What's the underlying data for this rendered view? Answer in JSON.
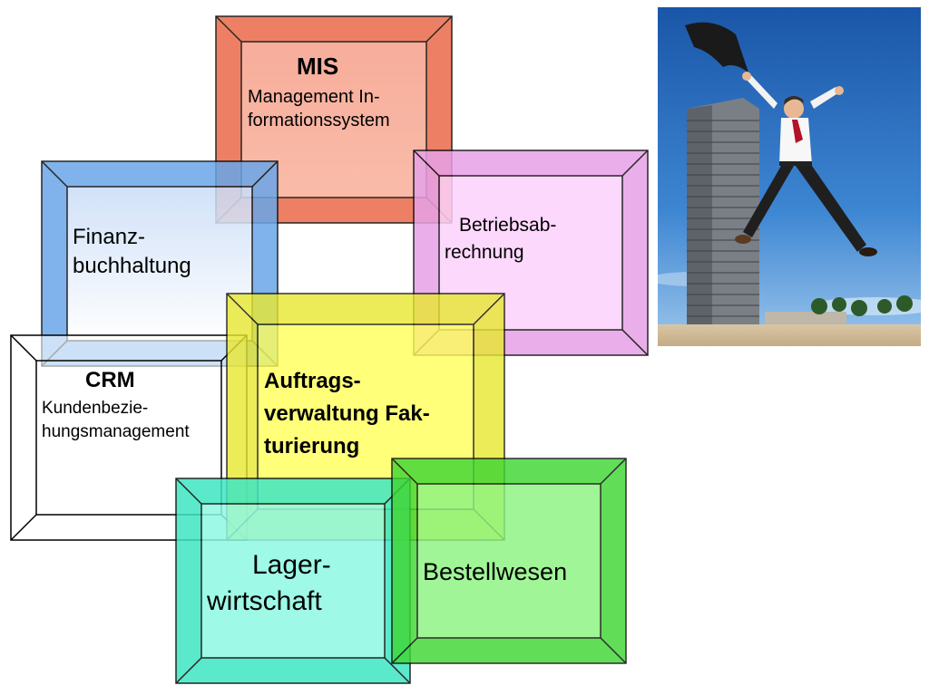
{
  "diagram": {
    "boxes": [
      {
        "id": "mis",
        "color": "#f0805f",
        "title": "MIS",
        "text": "Management In-\nformationssystem"
      },
      {
        "id": "finanz",
        "color": "#7fb4ec",
        "text": "Finanz-\nbuchhaltung"
      },
      {
        "id": "betrieb",
        "color": "#f4b8f4",
        "text": "Betriebsab-\nrechnung"
      },
      {
        "id": "crm",
        "color": "#ffffff",
        "title": "CRM",
        "text": "Kundenbezie-\nhungsmanagement"
      },
      {
        "id": "auftrag",
        "color": "#ffff44",
        "text": "Auftrags-\nverwaltung Fak-\nturierung"
      },
      {
        "id": "lager",
        "color": "#55f0cc",
        "text": "Lager-\nwirtschaft"
      },
      {
        "id": "bestell",
        "color": "#66e85a",
        "text": "Bestellwesen"
      }
    ]
  },
  "photo": {
    "subject": "businessman jumping in front of a high-rise tower"
  }
}
